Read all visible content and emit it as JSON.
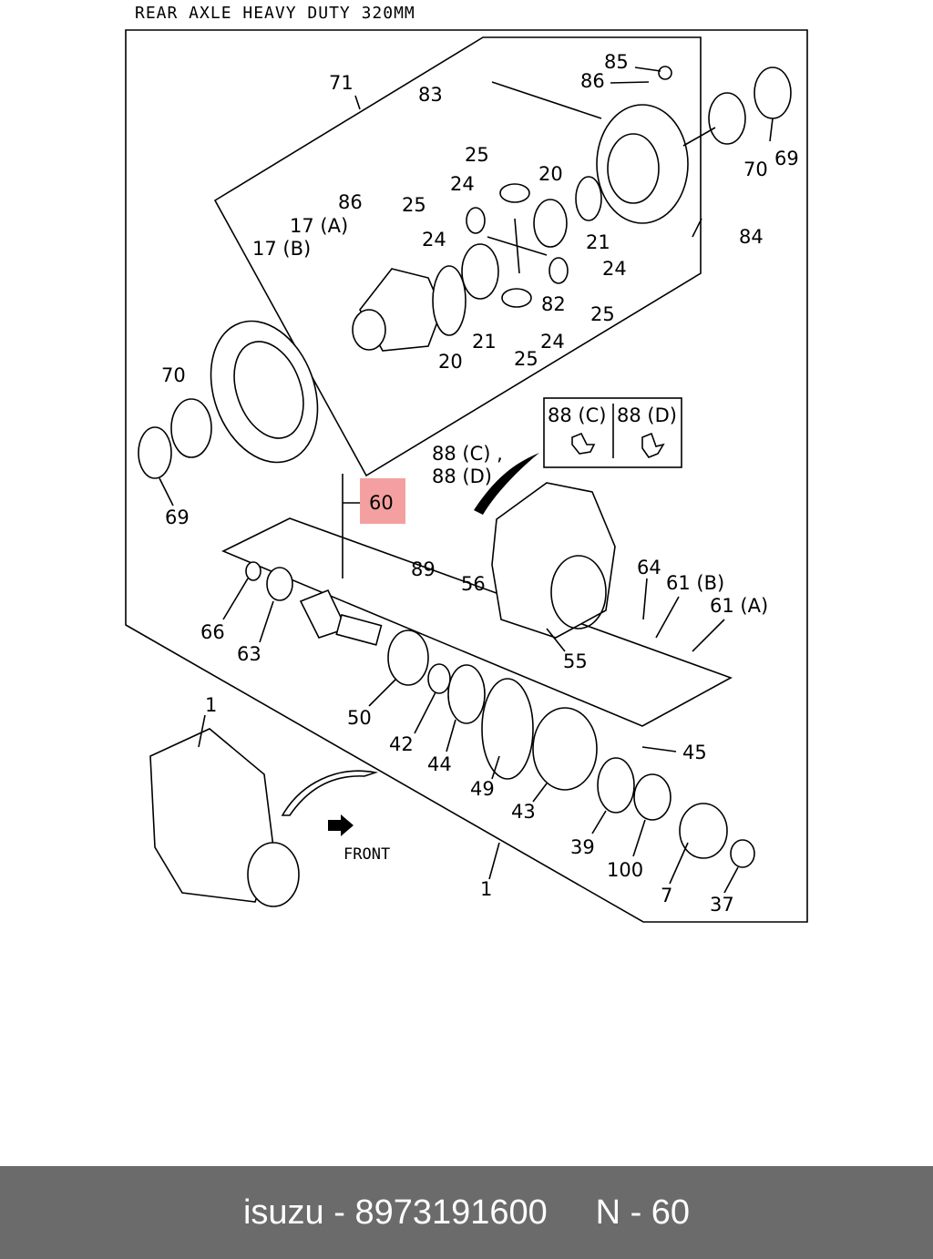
{
  "title": "REAR AXLE HEAVY DUTY 320MM",
  "highlight_color": "#f4a0a0",
  "callouts": [
    "85",
    "86",
    "71",
    "83",
    "25",
    "20",
    "70",
    "69",
    "24",
    "25",
    "86",
    "17 (A)",
    "17 (B)",
    "24",
    "21",
    "84",
    "24",
    "82",
    "25",
    "21",
    "24",
    "20",
    "25",
    "70",
    "88 (C) ,",
    "88 (D)",
    "60",
    "69",
    "89",
    "56",
    "64",
    "61 (B)",
    "61 (A)",
    "66",
    "63",
    "55",
    "1",
    "50",
    "42",
    "44",
    "45",
    "49",
    "43",
    "39",
    "100",
    "1",
    "7",
    "37"
  ],
  "inset": {
    "left": "88 (C)",
    "right": "88 (D)"
  },
  "front_label": "FRONT",
  "footer": {
    "brand": "isuzu",
    "separator": " - ",
    "part_number": "8973191600",
    "gap": "     ",
    "ref": "N - 60"
  }
}
